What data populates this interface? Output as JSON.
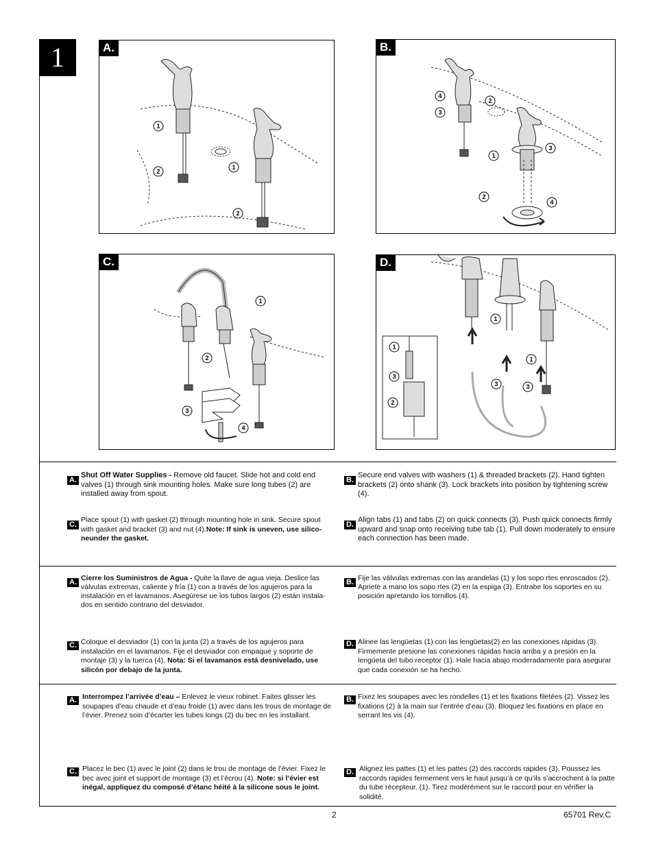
{
  "step_number": "1",
  "panels": {
    "a": "A.",
    "b": "B.",
    "c": "C.",
    "d": "D."
  },
  "callouts": {
    "one": "1",
    "two": "2",
    "three": "3",
    "four": "4"
  },
  "english": {
    "a": {
      "tag": "A.",
      "bold": "Shut Off Water Supplies  - ",
      "text": "Remove old faucet. Slide hot and cold end valves (1)  through sink mounting holes. Make sure long tubes (2) are installed away from spout."
    },
    "b": {
      "tag": "B.",
      "text": "Secure end valves with washers (1) & threaded brackets (2). Hand tighten brackets (2) onto shank (3). Lock brackets into position by tightening screw (4)."
    },
    "c": {
      "tag": "C.",
      "text": "Place spout (1) with gasket (2) through mounting hole in sink. Secure spout with gasket and bracket (3) and nut (4).",
      "bold": "Note: If sink is uneven, use silico-neunder the gasket."
    },
    "d": {
      "tag": "D.",
      "text": "Align tabs (1) and tabs (2) on quick connects (3). Push quick connects firmly upward and snap onto receiving tube tab (1). Pull down moderately to ensure each connection has been made."
    }
  },
  "spanish": {
    "a": {
      "tag": "A.",
      "bold": "Cierre los Suministros de Agua - ",
      "text": "Quite la llave de agua vieja.  Deslice las válvulas extremas, caliente y fría (1) con  a través de los agujeros para la instalación en el lavamanos. Asegúrese ue los tubos largos (2) están instala-dos en sentido contrario del desviador."
    },
    "b": {
      "tag": "B.",
      "text": "Fije las válvulas extremas con las arandelas (1) y los sopo rtes enroscados (2). Apriete a mano los sopo rtes (2) en la espiga (3). Entrabe los soportes en su posición apretando los tornillos (4)."
    },
    "c": {
      "tag": "C.",
      "text": "Coloque el desviador (1) con la junta (2) a través de los agujeros para instalación en el lavamanos. Fije el desviador con empaque y soporte de montaje (3) y la tuerca (4).",
      "bold": "Nota: Si el lavamanos está desnivelado, use silicón por debajo de la junta."
    },
    "d": {
      "tag": "D.",
      "text": "Alinee las lengüetas (1) con las lengüetas(2) en las conexiones rápidas (3). Firmemente presione las conexiones rápidas hacia arriba y a presión en la lengüeta del tubo receptor (1). Hale hacia abajo moderadamente para asegurar que cada conexión se ha hecho."
    }
  },
  "french": {
    "a": {
      "tag": "A.",
      "bold": "Interrompez l’arrivée d’eau – ",
      "text": "Enlevez le vieux robinet. Faites glisser les soupapes d’eau chaude et d’eau froide (1) avec dans les trous de montage de l’évier. Prenez soin d’écarter les tubes longs (2) du bec en les installant."
    },
    "b": {
      "tag": "B.",
      "text": "Fixez les soupapes avec les rondelles (1) et les fixations filetées (2). Vissez les fixations (2) à la main sur l’entrée d’eau (3). Bloquez les fixations en place en serrant les vis (4)."
    },
    "c": {
      "tag": "C.",
      "text": "Placez le bec (1) avec le joint (2) dans le trou de montage de l’évier. Fixez le bec avec joint et support de montage (3) et l’écrou (4).",
      "bold": "Note: si l’évier est inégal, appliquez du composé d’étanc héité à la silicone sous le joint."
    },
    "d": {
      "tag": "D.",
      "text": "Alignez les pattes (1) et les pattes (2) des raccords rapides (3). Poussez les raccords rapides fermement vers le haut jusqu’à ce qu’ils s’accrochent à la patte du tube récepteur. (1). Tirez modérément sur le raccord pour en vérifier la solidité."
    }
  },
  "footer": {
    "page": "2",
    "doc_id": "65701  Rev.C"
  }
}
